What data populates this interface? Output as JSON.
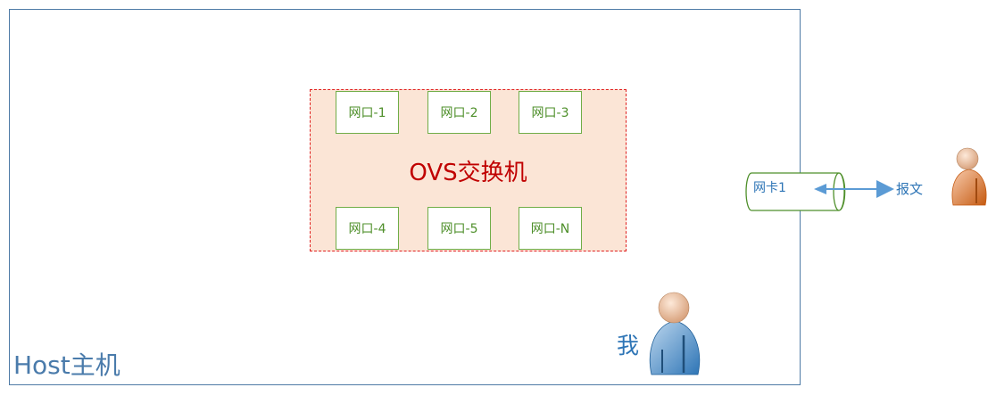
{
  "host": {
    "label": "Host主机"
  },
  "ovs": {
    "title": "OVS交换机",
    "ports": [
      "网口-1",
      "网口-2",
      "网口-3",
      "网口-4",
      "网口-5",
      "网口-N"
    ]
  },
  "nic": {
    "label": "网卡1"
  },
  "packet": {
    "label": "报文"
  },
  "me": {
    "label": "我"
  },
  "colors": {
    "host_border": "#4f7ba6",
    "ovs_fill": "#fbe5d6",
    "ovs_border": "#e02020",
    "ovs_text": "#c00000",
    "port_border": "#70ad47",
    "port_text": "#4e8f2a",
    "arrow": "#5b9bd5",
    "person_blue": "#5b9bd5",
    "person_orange": "#ed7d31"
  }
}
